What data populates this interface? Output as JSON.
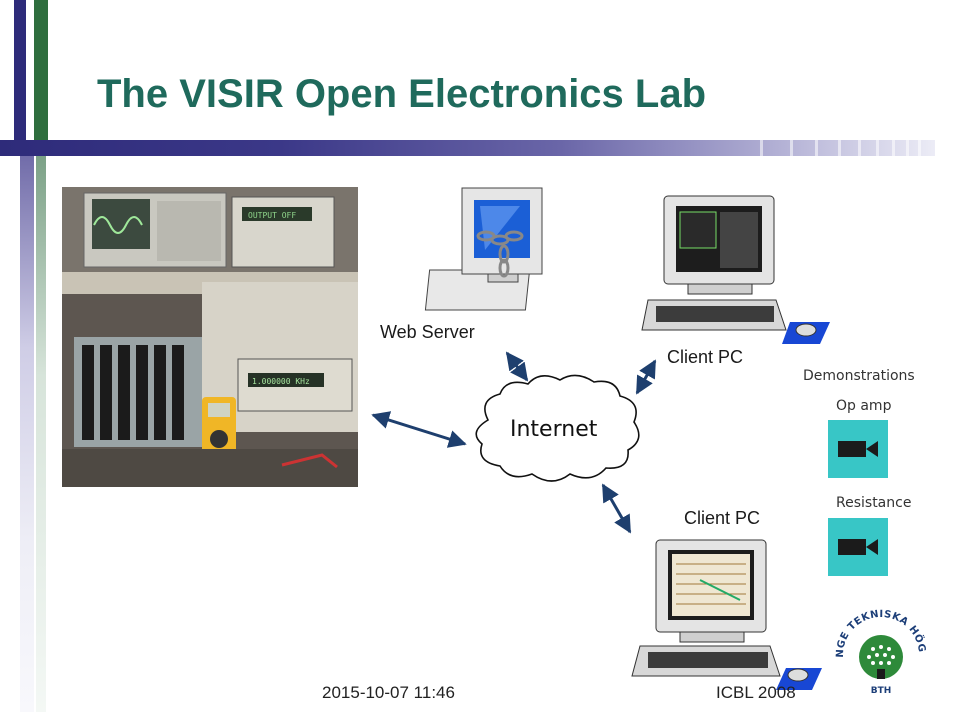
{
  "slide": {
    "title": "The VISIR Open Electronics Lab"
  },
  "diagram": {
    "web_server_label": "Web Server",
    "internet_label": "Internet",
    "client_pc_top_label": "Client PC",
    "client_pc_bottom_label": "Client PC"
  },
  "photo_panel": {
    "instrument_display_1": "OUTPUT OFF",
    "instrument_display_2": "1.000000 KHz"
  },
  "demonstrations": {
    "heading": "Demonstrations",
    "items": [
      {
        "label": "Op amp",
        "icon": "video-camera-icon"
      },
      {
        "label": "Resistance",
        "icon": "video-camera-icon"
      }
    ]
  },
  "logo": {
    "text_top": "BLEKINGE TEKNISKA HÖGSKOLA",
    "text_bottom": "BTH"
  },
  "footer": {
    "date": "2015-10-07 11:46",
    "conference": "ICBL 2008"
  },
  "colors": {
    "title": "#1f6a5c",
    "navy_bar": "#2e2b7a",
    "green_bar": "#2f6e3e",
    "arrow": "#1e3f6e",
    "video_button": "#38c6c6"
  }
}
